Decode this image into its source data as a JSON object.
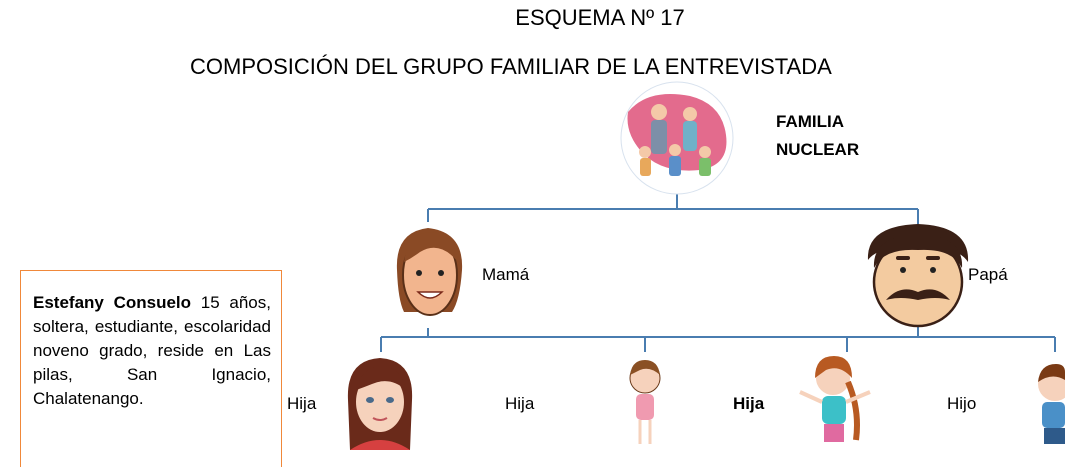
{
  "title_line1": "ESQUEMA Nº 17",
  "title_line2": "COMPOSICIÓN DEL GRUPO FAMILIAR DE LA ENTREVISTADA",
  "family_label_line1": "FAMILIA",
  "family_label_line2": "NUCLEAR",
  "parents": {
    "mother": "Mamá",
    "father": "Papá"
  },
  "children": [
    "Hija",
    "Hija",
    "Hija",
    "Hijo"
  ],
  "info_box": {
    "name": "Estefany Consuelo",
    "details": " 15 años, soltera, estudiante, escolaridad noveno grado, reside en Las pilas, San Ignacio, Chalatenango."
  },
  "colors": {
    "connector": "#4a7db0",
    "box_border": "#f0883a"
  }
}
